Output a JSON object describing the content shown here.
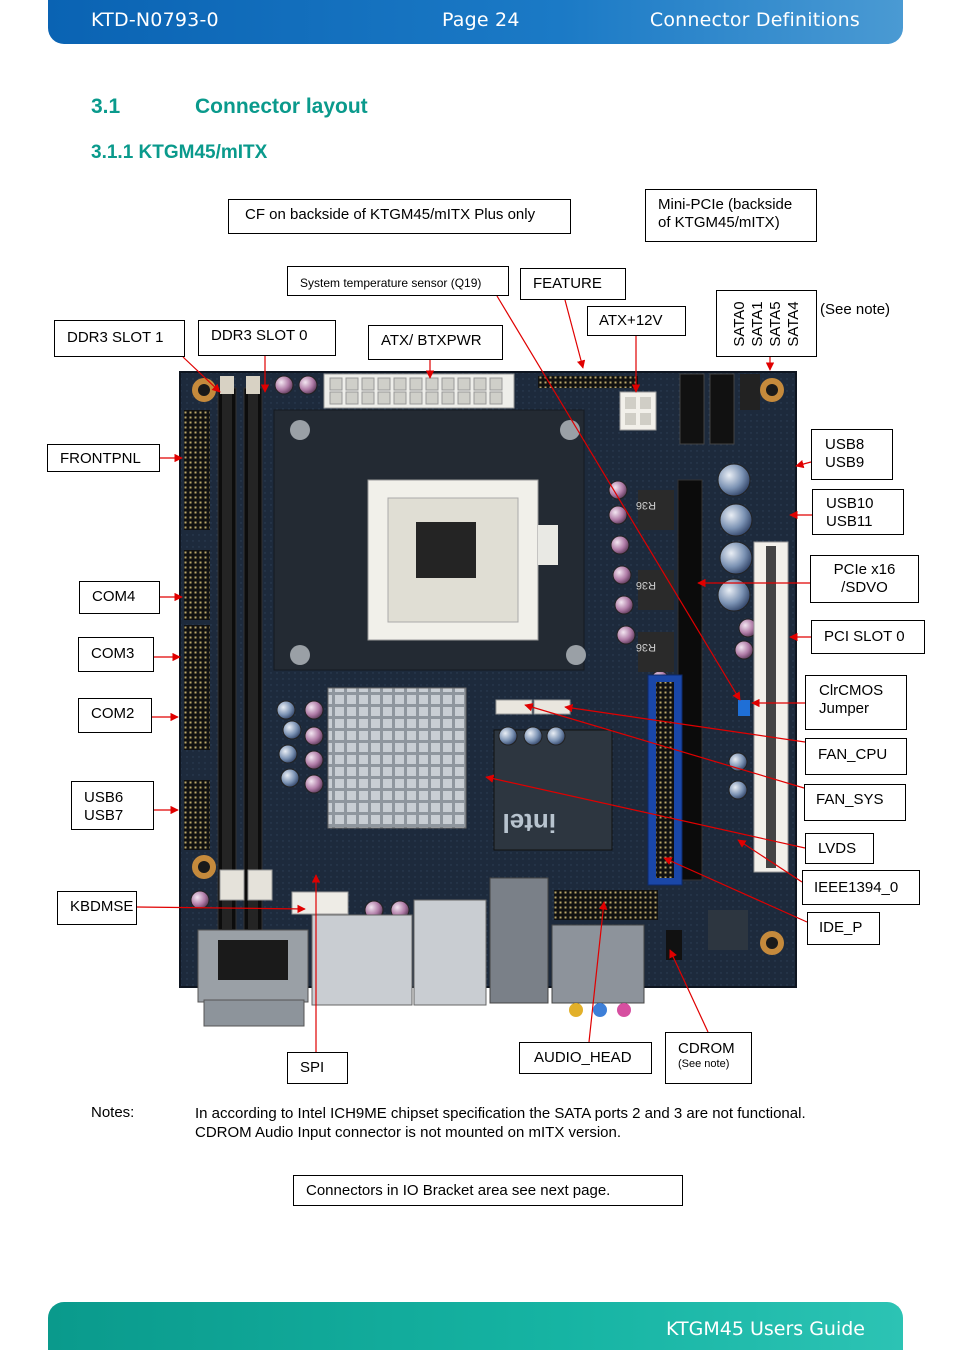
{
  "header": {
    "doc_id": "KTD-N0793-0",
    "page": "Page 24",
    "section": "Connector Definitions"
  },
  "footer": {
    "guide": "KTGM45 Users Guide"
  },
  "heading1": {
    "number": "3.1",
    "title": "Connector layout"
  },
  "heading2": "3.1.1  KTGM45/mITX",
  "labels": {
    "cf": "CF on backside of KTGM45/mITX Plus only",
    "minipcie_line1": "Mini-PCIe (backside",
    "minipcie_line2": "of KTGM45/mITX)",
    "temp_sensor": "System temperature sensor (Q19)",
    "feature": "FEATURE",
    "atx12v": "ATX+12V",
    "sata": "SATA0\nSATA1\nSATA5\nSATA4",
    "see_note": "(See note)",
    "ddr3_slot1": "DDR3 SLOT 1",
    "ddr3_slot0": "DDR3 SLOT  0",
    "atx_btxpwr": "ATX/ BTXPWR",
    "frontpnl": "FRONTPNL",
    "usb8": "USB8",
    "usb9": "USB9",
    "usb10": "USB10",
    "usb11": "USB11",
    "pcie_x16": "PCIe x16",
    "sdvo": "/SDVO",
    "com4": "COM4",
    "pci_slot0": "PCI SLOT 0",
    "com3": "COM3",
    "clrcmos": "ClrCMOS",
    "jumper": "Jumper",
    "com2": "COM2",
    "fan_cpu": "FAN_CPU",
    "usb6": "USB6",
    "usb7": "USB7",
    "fan_sys": "FAN_SYS",
    "lvds": "LVDS",
    "ieee1394": "IEEE1394_0",
    "kbdmse": "KBDMSE",
    "ide_p": "IDE_P",
    "spi": "SPI",
    "audio_head": "AUDIO_HEAD",
    "cdrom": "CDROM",
    "cdrom_note": "(See note)"
  },
  "notes": {
    "label": "Notes:",
    "line1": "In according to Intel ICH9ME chipset specification the SATA ports 2 and 3 are not functional.",
    "line2": "CDROM Audio Input connector is not mounted on mITX version."
  },
  "io_bracket": "Connectors in IO Bracket area see next page.",
  "board_silkscreen": {
    "intel": "intel",
    "r36": "R36"
  },
  "colors": {
    "header": "#0a63b3",
    "footer": "#16b4a3",
    "heading": "#0a9a8c",
    "arrow": "#e00000",
    "pcb": "#1d2a3c"
  }
}
